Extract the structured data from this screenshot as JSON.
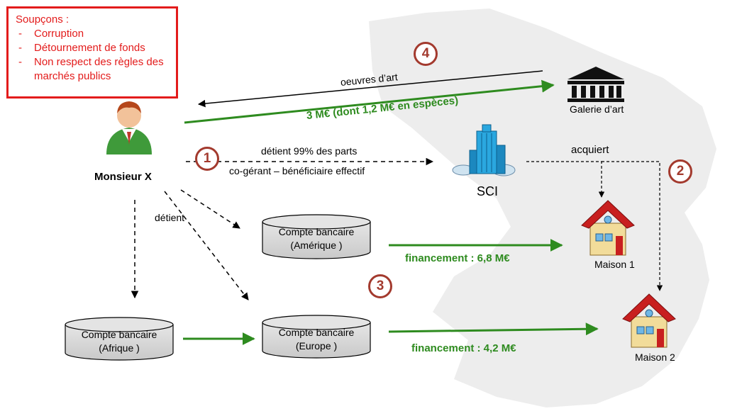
{
  "suspicions": {
    "title": "Soupçons :",
    "items": [
      "Corruption",
      "Détournement de fonds",
      "Non respect des règles des marchés publics"
    ]
  },
  "person": {
    "name": "Monsieur X"
  },
  "steps": [
    "1",
    "2",
    "3",
    "4"
  ],
  "entities": {
    "sci": "SCI",
    "gallery": "Galerie d’art",
    "house1": "Maison 1",
    "house2": "Maison 2"
  },
  "accounts": {
    "america": {
      "line1": "Compte bancaire",
      "line2": "(Amérique )"
    },
    "africa": {
      "line1": "Compte bancaire",
      "line2": "(Afrique )"
    },
    "europe": {
      "line1": "Compte bancaire",
      "line2": "(Europe )"
    }
  },
  "flows": {
    "artworks": "oeuvres d’art",
    "payment": "3 M€ (dont 1,2 M€ en espèces)",
    "owns_shares": "détient 99% des parts",
    "manager": "co-gérant – bénéficiaire effectif",
    "acquires": "acquiert",
    "owns": "détient",
    "financing1": "financement : 6,8 M€",
    "financing2": "financement : 4,2 M€"
  },
  "colors": {
    "suspicion_red": "#e31b1b",
    "money_green": "#2e8b1f",
    "step_circle": "#a33a2e",
    "map_grey": "#ededed"
  }
}
